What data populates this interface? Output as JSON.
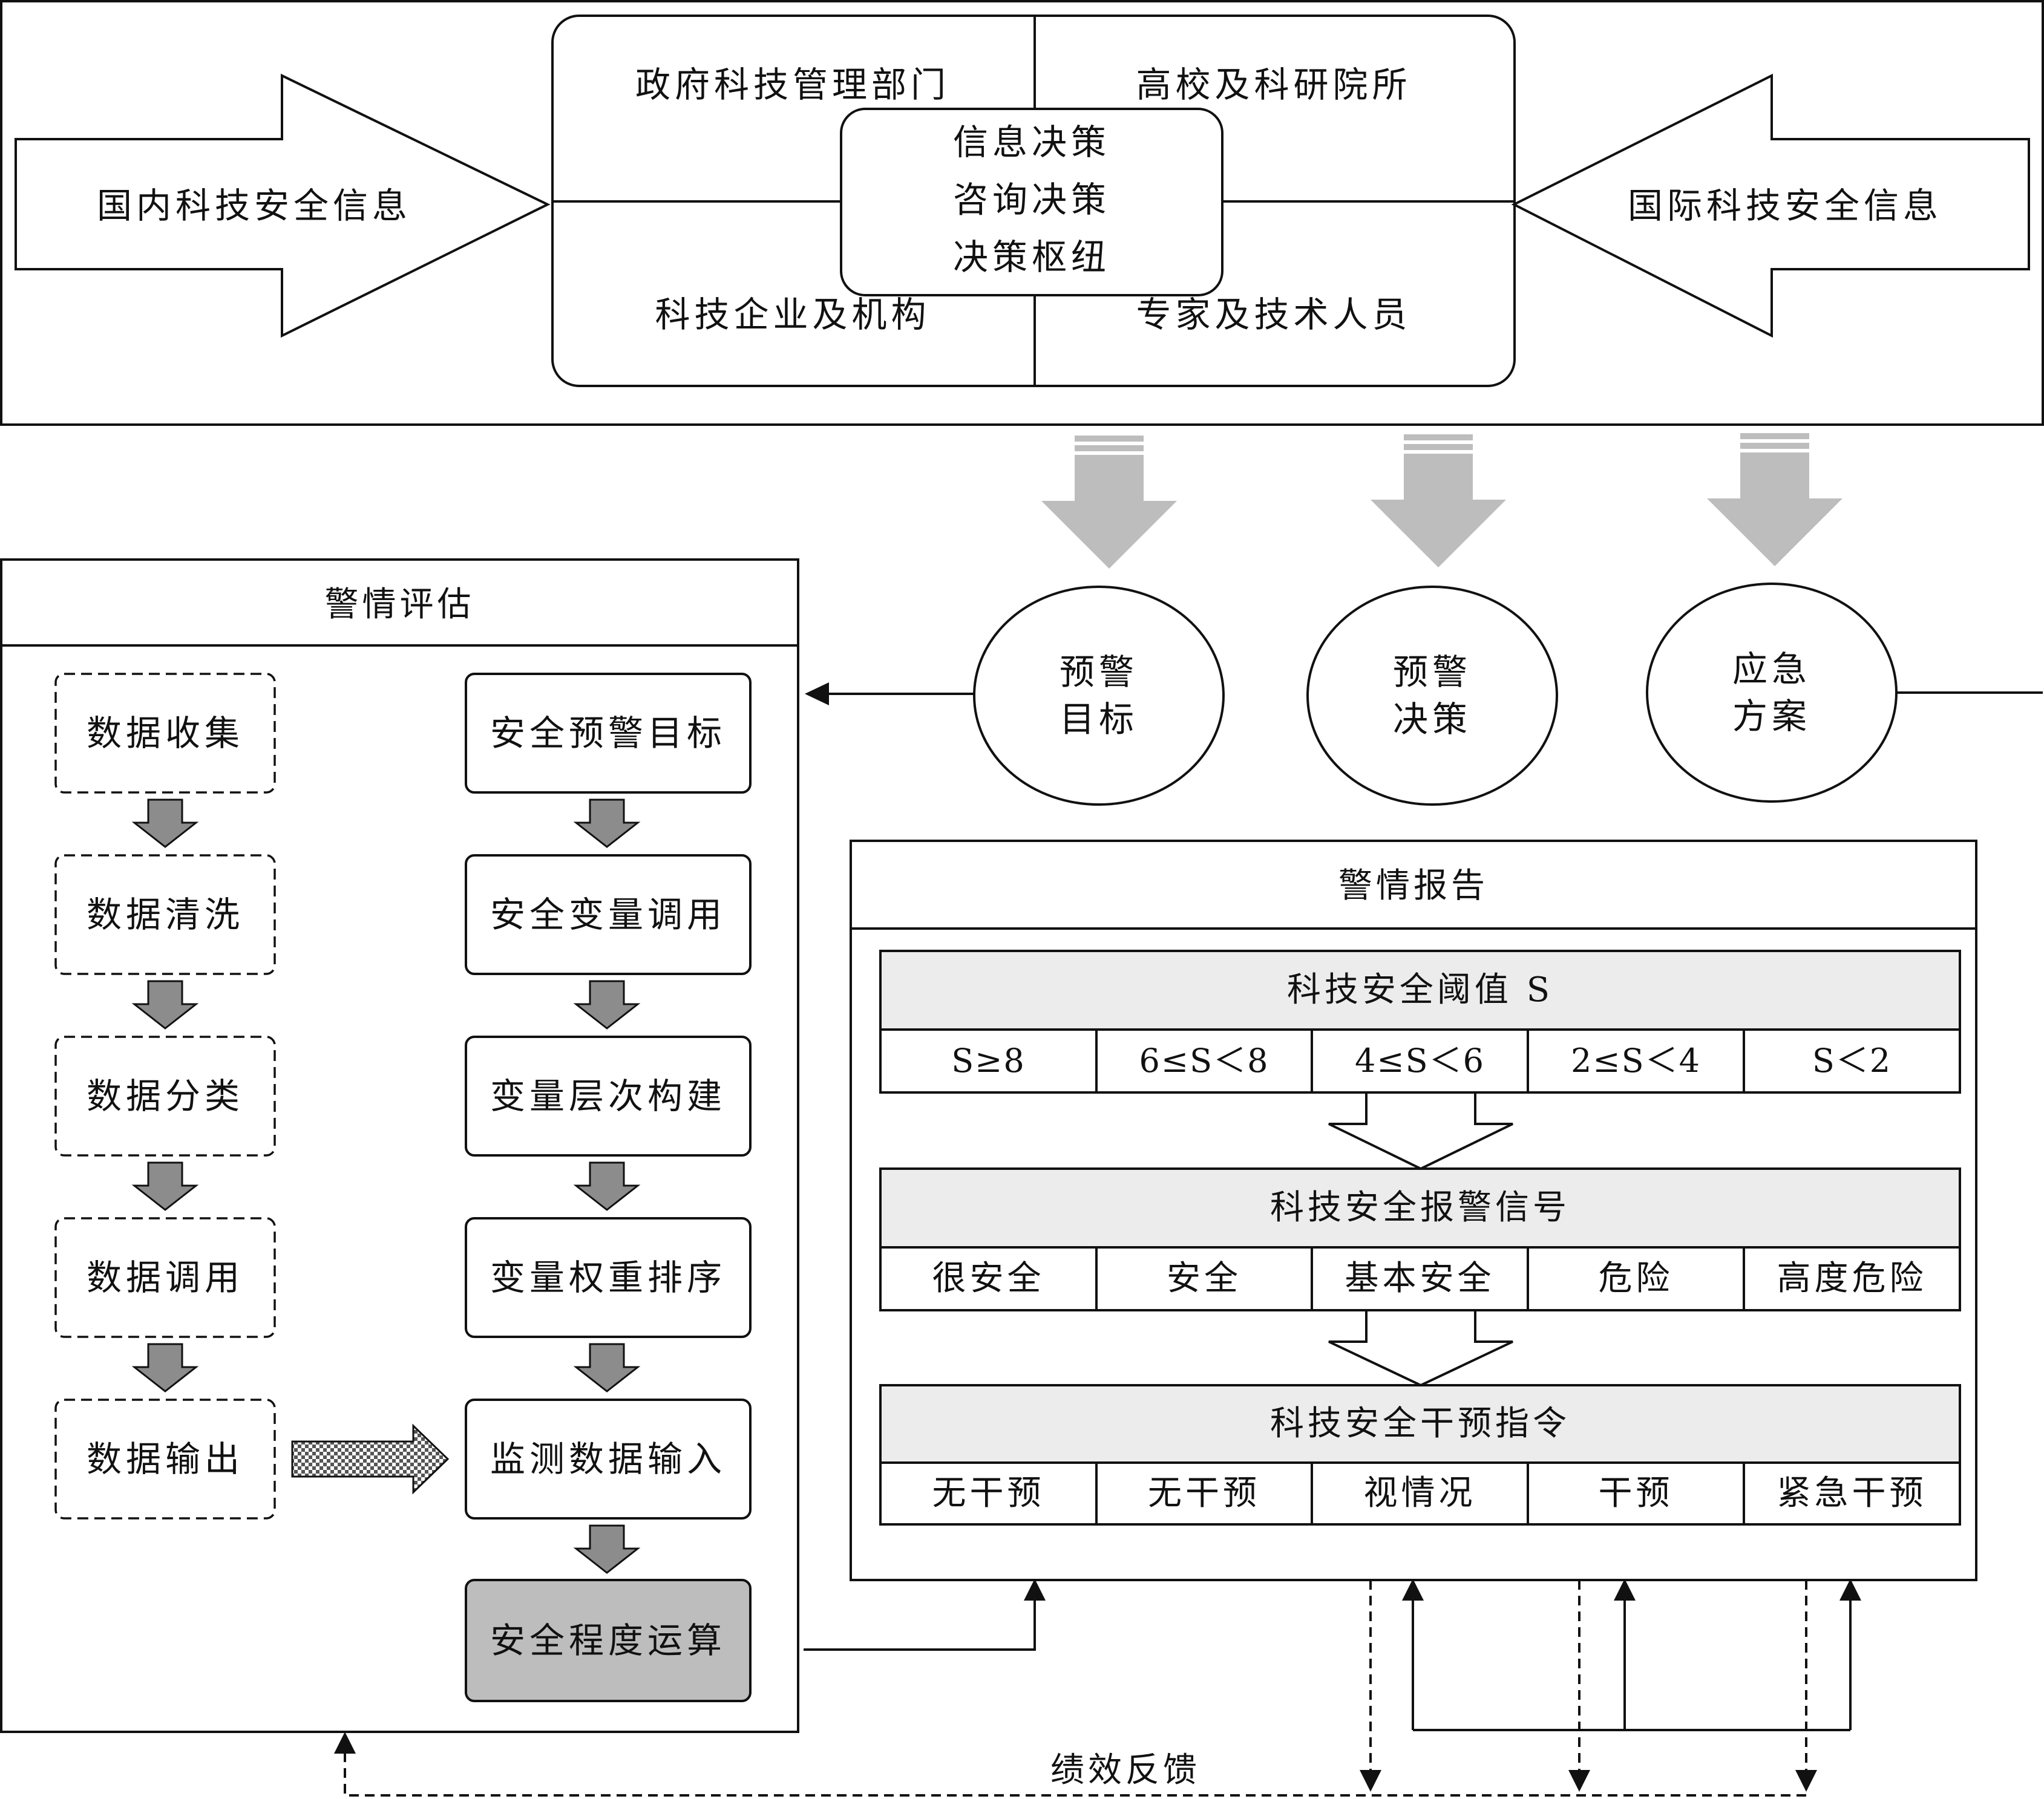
{
  "top": {
    "domestic_info": "国内科技安全信息",
    "international_info": "国际科技安全信息",
    "quadrants": {
      "government": "政府科技管理部门",
      "universities": "高校及科研院所",
      "enterprises": "科技企业及机构",
      "experts": "专家及技术人员"
    },
    "center": [
      "信息决策",
      "咨询决策",
      "决策枢纽"
    ]
  },
  "circles": [
    {
      "line1": "预警",
      "line2": "目标"
    },
    {
      "line1": "预警",
      "line2": "决策"
    },
    {
      "line1": "应急",
      "line2": "方案"
    }
  ],
  "assessment": {
    "title": "警情评估",
    "left_steps": [
      "数据收集",
      "数据清洗",
      "数据分类",
      "数据调用",
      "数据输出"
    ],
    "right_steps": [
      "安全预警目标",
      "安全变量调用",
      "变量层次构建",
      "变量权重排序",
      "监测数据输入",
      "安全程度运算"
    ]
  },
  "report": {
    "title": "警情报告",
    "threshold": {
      "title": "科技安全阈值 S",
      "cells": [
        "S≥8",
        "6≤S＜8",
        "4≤S＜6",
        "2≤S＜4",
        "S＜2"
      ]
    },
    "signal": {
      "title": "科技安全报警信号",
      "cells": [
        "很安全",
        "安全",
        "基本安全",
        "危险",
        "高度危险"
      ]
    },
    "intervention": {
      "title": "科技安全干预指令",
      "cells": [
        "无干预",
        "无干预",
        "视情况",
        "干预",
        "紧急干预"
      ]
    }
  },
  "feedback_label": "绩效反馈",
  "colors": {
    "grey_arrow": "#bdbdbd",
    "dark_grey_arrow": "#8c8c8c",
    "header_fill": "#ececec",
    "result_fill": "#bdbdbd"
  }
}
